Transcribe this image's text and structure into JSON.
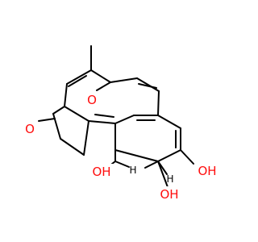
{
  "molecule": {
    "atom_labels": {
      "ketone_oxygen": "O",
      "bridge_oxygen": "O",
      "hydroxyl_1": "OH",
      "hydroxyl_2": "OH",
      "hydroxyl_3": "OH",
      "h_1": "H",
      "h_2": "H"
    },
    "colors": {
      "oxygen": "#ff0d0d",
      "bond": "#000000",
      "hydrogen": "#000000"
    }
  }
}
